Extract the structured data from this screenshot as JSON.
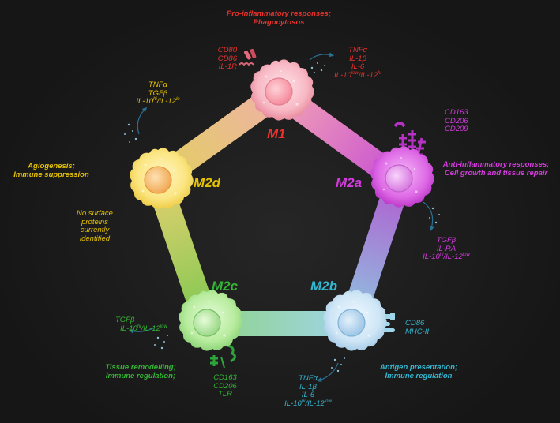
{
  "colors": {
    "m1": "#e8322d",
    "m2a": "#d63be0",
    "m2b": "#33b7d0",
    "m2c": "#33b634",
    "m2d": "#e6c200",
    "arrow": "#2b6f93"
  },
  "m1": {
    "name": "M1",
    "function": [
      "Pro-inflammatory responses;",
      "Phagocytosos"
    ],
    "markers": [
      "CD80",
      "CD86",
      "IL-1R"
    ],
    "secretion": [
      {
        "text": "TNFα"
      },
      {
        "text": "IL-1β"
      },
      {
        "text": "IL-6"
      },
      {
        "text": "IL-10",
        "sup": "low",
        "text2": "/IL-12",
        "sup2": "hi"
      }
    ]
  },
  "m2a": {
    "name": "M2a",
    "function": [
      "Anti-inflammatory responses;",
      "Cell growth and tissue repair"
    ],
    "markers": [
      "CD163",
      "CD206",
      "CD209"
    ],
    "secretion": [
      {
        "text": "TGFβ"
      },
      {
        "text": "IL-RA"
      },
      {
        "text": "IL-10",
        "sup": "hi",
        "text2": "/IL-12",
        "sup2": "low"
      }
    ]
  },
  "m2b": {
    "name": "M2b",
    "function": [
      "Antigen presentation;",
      "Immune regulation"
    ],
    "markers": [
      "CD86",
      "MHC-II"
    ],
    "secretion": [
      {
        "text": "TNFα"
      },
      {
        "text": "IL-1β"
      },
      {
        "text": "IL-6"
      },
      {
        "text": "IL-10",
        "sup": "hi",
        "text2": "/IL-12",
        "sup2": "low"
      }
    ]
  },
  "m2c": {
    "name": "M2c",
    "function": [
      "Tissue remodelling;",
      "Immune regulation;"
    ],
    "markers": [
      "CD163",
      "CD206",
      "TLR"
    ],
    "secretion": [
      {
        "text": "TGFβ"
      },
      {
        "text": "IL-10",
        "sup": "hi",
        "text2": "/IL-12",
        "sup2": "low"
      }
    ]
  },
  "m2d": {
    "name": "M2d",
    "function": [
      "Agiogenesis;",
      "Immune suppression"
    ],
    "markers": [
      "No surface",
      "proteins",
      "currently",
      "identified"
    ],
    "secretion": [
      {
        "text": "TNFα"
      },
      {
        "text": "TGFβ"
      },
      {
        "text": "IL-10",
        "sup": "hi",
        "text2": "/IL-12",
        "sup2": "lo"
      }
    ]
  }
}
